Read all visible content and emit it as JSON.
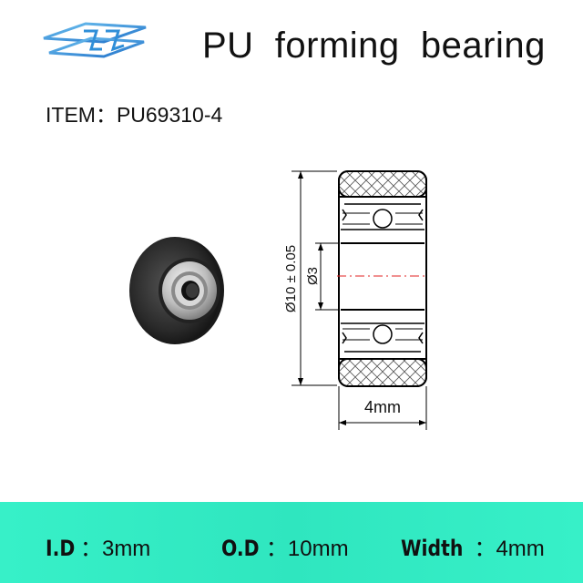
{
  "header": {
    "title": "PU  forming  bearing"
  },
  "item": {
    "text": "ITEM：PU69310-4"
  },
  "drawing": {
    "outer_dim": "Ø10 ± 0.05",
    "inner_dim": "Ø3",
    "width_dim": "4mm"
  },
  "specs": [
    {
      "key": "I.D",
      "sep": "：",
      "value": "3mm"
    },
    {
      "key": "O.D",
      "sep": "：",
      "value": "10mm"
    },
    {
      "key": "Width",
      "sep": "：",
      "value": "4mm"
    }
  ],
  "colors": {
    "footer": "#37f0c8",
    "logo": "#2f8fd8",
    "centerline": "#e02020"
  }
}
